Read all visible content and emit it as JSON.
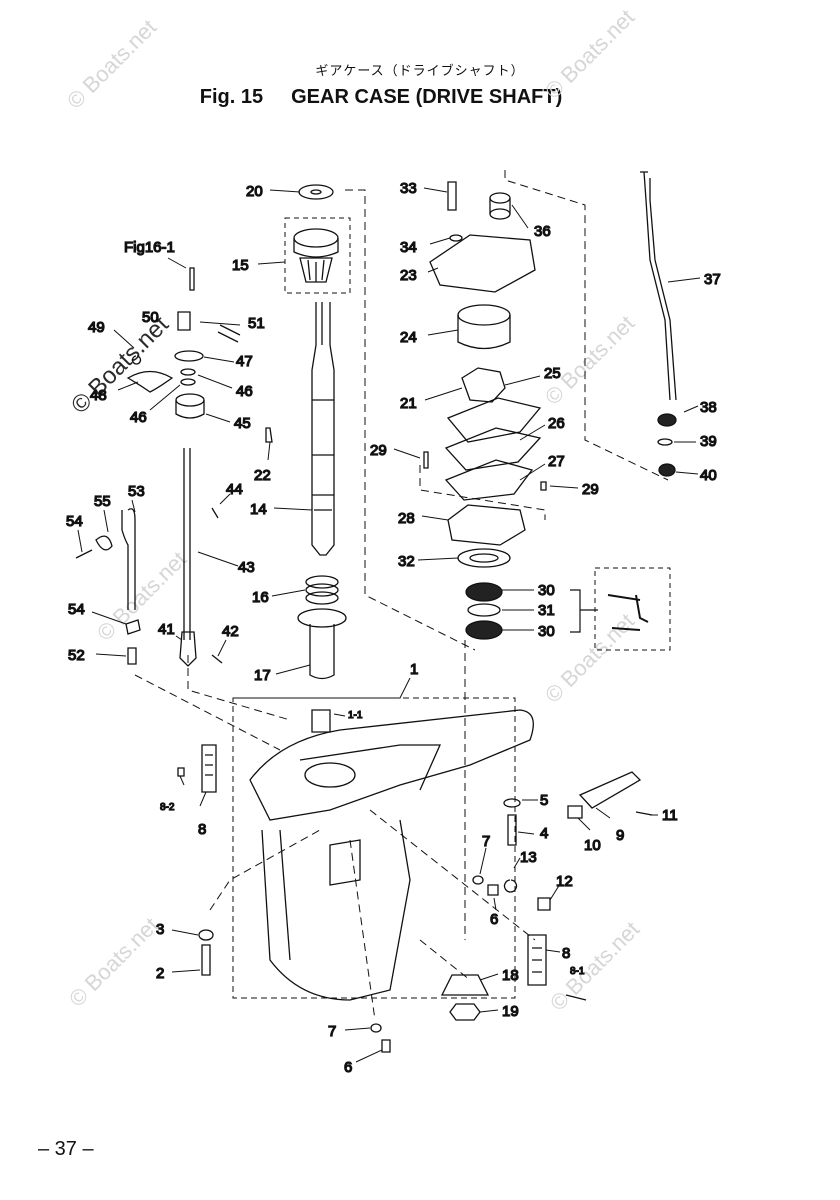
{
  "header": {
    "title_jp": "ギアケース（ドライブシャフト）",
    "fig_no": "Fig. 15",
    "title": "GEAR CASE (DRIVE SHAFT)"
  },
  "page_number": "– 37 –",
  "watermark": "© Boats.net",
  "callouts": {
    "p20": "20",
    "p15": "15",
    "p33": "33",
    "p36": "36",
    "p34": "34",
    "p23": "23",
    "p37": "37",
    "fig16": "Fig16-1",
    "p51": "51",
    "p49": "49",
    "p50": "50",
    "p47": "47",
    "p46a": "46",
    "p46b": "46",
    "p48": "48",
    "p45": "45",
    "p24": "24",
    "p25": "25",
    "p21": "21",
    "p26": "26",
    "p38": "38",
    "p39": "39",
    "p40": "40",
    "p29a": "29",
    "p29b": "29",
    "p27": "27",
    "p28": "28",
    "p22": "22",
    "p14": "14",
    "p44": "44",
    "p53": "53",
    "p55": "55",
    "p54a": "54",
    "p54b": "54",
    "p43": "43",
    "p32": "32",
    "p30a": "30",
    "p31": "31",
    "p30b": "30",
    "p16": "16",
    "p17": "17",
    "p41": "41",
    "p42": "42",
    "p52": "52",
    "p1": "1",
    "p1_1": "1-1",
    "p8_2": "8-2",
    "p8a": "8",
    "p5": "5",
    "p4": "4",
    "p11": "11",
    "p9": "9",
    "p10": "10",
    "p7a": "7",
    "p13": "13",
    "p12": "12",
    "p6a": "6",
    "p3": "3",
    "p2": "2",
    "p8b": "8",
    "p8_1": "8-1",
    "p18": "18",
    "p19": "19",
    "p7b": "7",
    "p6b": "6"
  }
}
